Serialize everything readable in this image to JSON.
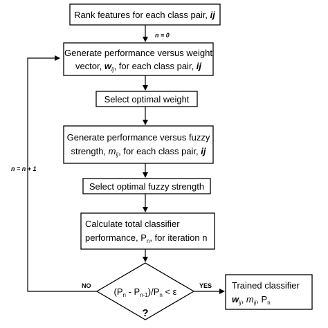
{
  "nodes": {
    "rank": {
      "text": "Rank features for each class pair, ",
      "var": "ij"
    },
    "gen_weight": {
      "line1": "Generate performance versus weight",
      "line2_pre": "vector, ",
      "line2_var": "w",
      "line2_sub": "ij",
      "line2_mid": ", for each class pair, ",
      "line2_var2": "ij"
    },
    "select_weight": "Select optimal weight",
    "gen_fuzzy": {
      "line1": "Generate performance versus fuzzy",
      "line2_pre": "strength, ",
      "line2_var": "m",
      "line2_sub": "ij",
      "line2_mid": ", for each class pair, ",
      "line2_var2": "ij"
    },
    "select_fuzzy": "Select optimal fuzzy strength",
    "calc": {
      "line1": "Calculate total classifier",
      "line2_pre": "performance, P",
      "line2_sub": "n",
      "line2_post": ", for iteration n"
    },
    "decision": {
      "p1": "(P",
      "s1": "n",
      "p2": " - P",
      "s2": "n-1",
      "p3": ")/P",
      "s3": "n",
      "p4": " < ε",
      "question": "?"
    },
    "trained": {
      "line1": "Trained classifier",
      "w": "w",
      "w_sub": "ij",
      "sep1": ", ",
      "m": "m",
      "m_sub": "ij",
      "sep2": ", P",
      "p_sub": "n"
    }
  },
  "edge_labels": {
    "init": "n = 0",
    "loop": "n = n + 1",
    "no": "NO",
    "yes": "YES"
  }
}
